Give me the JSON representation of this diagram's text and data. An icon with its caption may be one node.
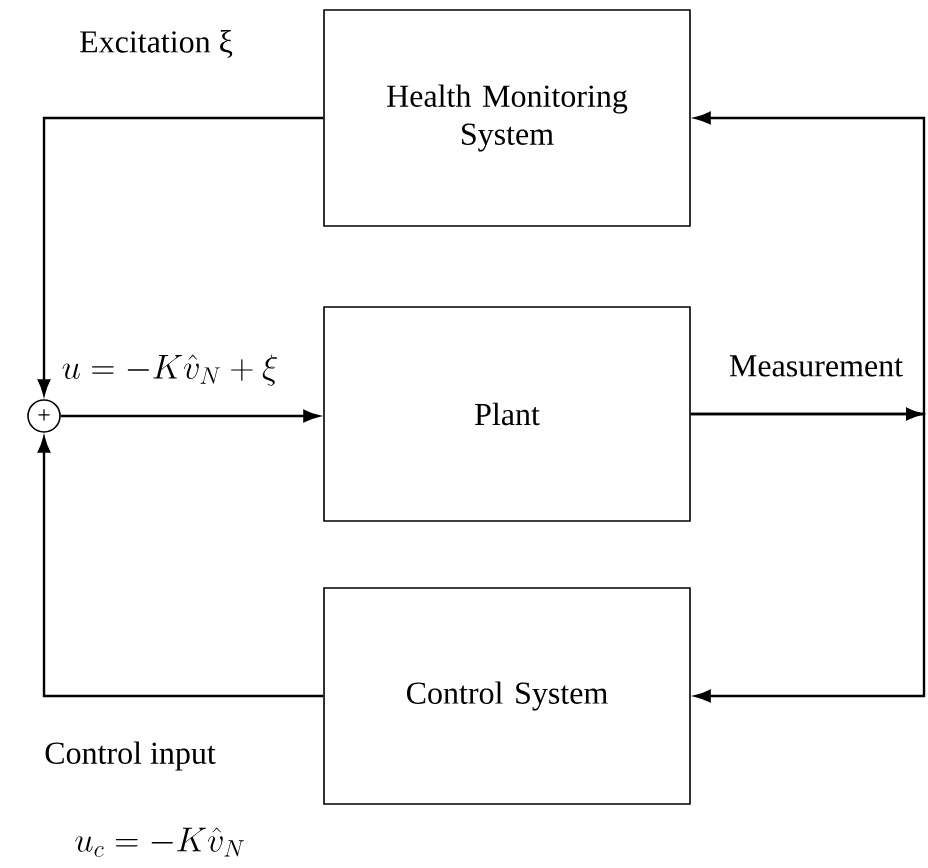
{
  "diagram": {
    "nodes": [
      {
        "text": [
          "Health Monitoring System"
        ]
      },
      {
        "text": [
          "+"
        ]
      },
      {
        "text": [
          "Plant"
        ]
      },
      {
        "text": [
          "Control System"
        ]
      }
    ],
    "edges": [
      {
        "from": 0,
        "to": 1,
        "arrow": "to",
        "label": "Excitation ξ"
      },
      {
        "from": 1,
        "to": 2,
        "arrow": "to",
        "label": "u=-K\\hat{v}_N+\\xi"
      },
      {
        "from": 3,
        "to": 1,
        "arrow": "to",
        "label": "Control input"
      },
      {
        "from": 2,
        "to": 0,
        "arrow": "to",
        "label": "Measurement"
      },
      {
        "from": 2,
        "to": 3,
        "arrow": "to"
      }
    ],
    "labels": [
      "u_c=-K\\hat{v}_N"
    ]
  }
}
